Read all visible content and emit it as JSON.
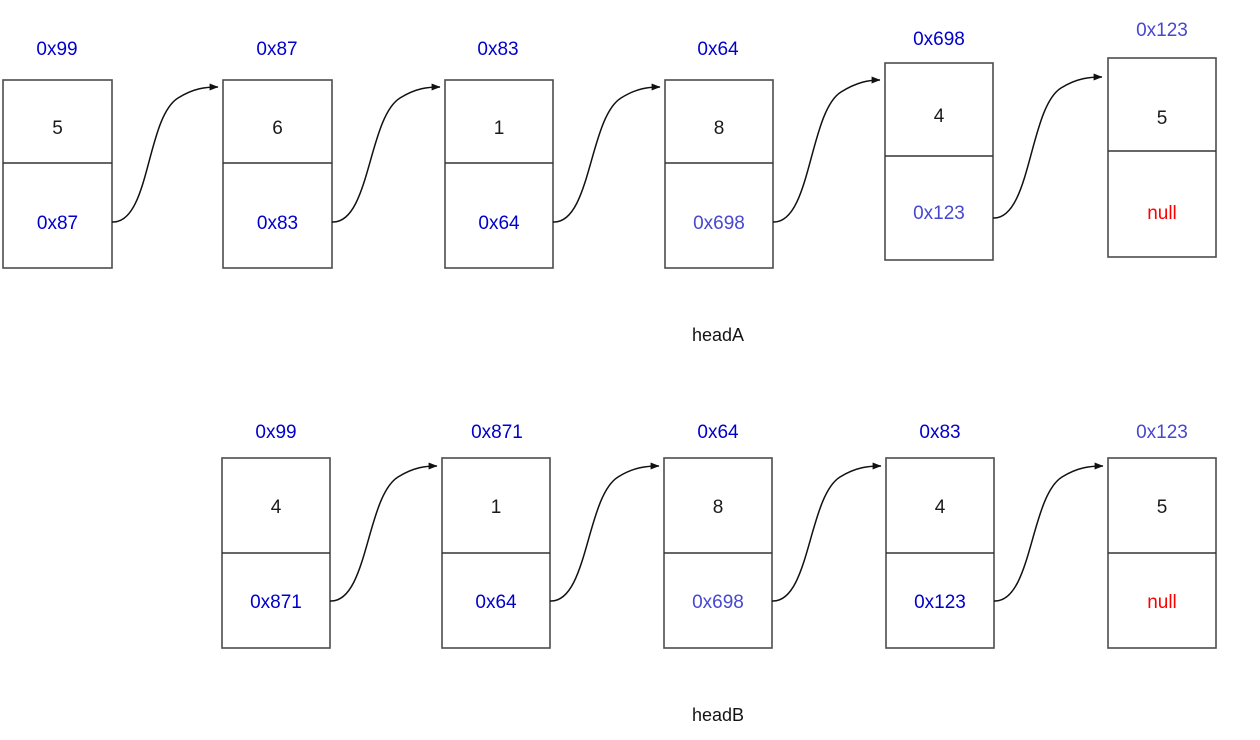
{
  "diagram": {
    "title": "linked-list-intersection",
    "colors": {
      "address_blue": "#0000cc",
      "address_blue_soft": "#4747d1",
      "null_red": "#ff0000",
      "value_black": "#1a1a1a",
      "box_stroke": "#4d4d4d",
      "arrow_stroke": "#111111",
      "background": "#ffffff"
    },
    "lists": [
      {
        "name": "headA",
        "caption": "headA",
        "nodes": [
          {
            "address": "0x99",
            "value": "5",
            "next": "0x87",
            "address_tone": "strong",
            "next_tone": "strong"
          },
          {
            "address": "0x87",
            "value": "6",
            "next": "0x83",
            "address_tone": "strong",
            "next_tone": "strong"
          },
          {
            "address": "0x83",
            "value": "1",
            "next": "0x64",
            "address_tone": "strong",
            "next_tone": "strong"
          },
          {
            "address": "0x64",
            "value": "8",
            "next": "0x698",
            "address_tone": "strong",
            "next_tone": "soft"
          },
          {
            "address": "0x698",
            "value": "4",
            "next": "0x123",
            "address_tone": "strong",
            "next_tone": "soft"
          },
          {
            "address": "0x123",
            "value": "5",
            "next": "null",
            "address_tone": "soft",
            "next_tone": "null"
          }
        ]
      },
      {
        "name": "headB",
        "caption": "headB",
        "nodes": [
          {
            "address": "0x99",
            "value": "4",
            "next": "0x871",
            "address_tone": "strong",
            "next_tone": "strong"
          },
          {
            "address": "0x871",
            "value": "1",
            "next": "0x64",
            "address_tone": "strong",
            "next_tone": "strong"
          },
          {
            "address": "0x64",
            "value": "8",
            "next": "0x698",
            "address_tone": "strong",
            "next_tone": "soft"
          },
          {
            "address": "0x83",
            "value": "4",
            "next": "0x123",
            "address_tone": "strong",
            "next_tone": "strong"
          },
          {
            "address": "0x123",
            "value": "5",
            "next": "null",
            "address_tone": "soft",
            "next_tone": "null"
          }
        ]
      }
    ]
  }
}
